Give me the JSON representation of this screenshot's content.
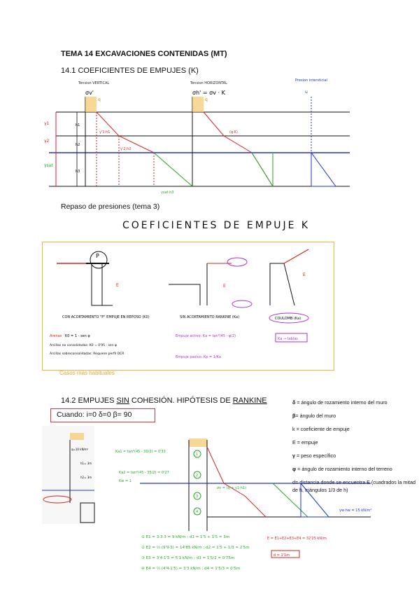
{
  "title": "TEMA 14 EXCAVACIONES CONTENIDAS (MT)",
  "section1": "14.1 COEFICIENTES DE EMPUJES (K)",
  "subheading": "Repaso de presiones (tema 3)",
  "handwritten_title": "COEFICIENTES DE EMPUJE K",
  "diagram_top": {
    "label_vertical": "Tension VERTICAL",
    "label_horizontal": "Tension HORIZONTAL",
    "label_water": "Presion intersticial",
    "sigma_v": "σv'",
    "sigma_h": "σh' = σv · K",
    "u": "u",
    "q": "q",
    "g1h1": "γ'1·h1",
    "g2h2": "γ'2·h2",
    "gsat": "γsat·h3",
    "kq": "(q·K)"
  },
  "box_cases": {
    "case1_note": "CON ACORTAMIENTO \"P\" EMPUJE EN REPOSO (K0)",
    "case1_formula1": "K0 = 1 - sen φ",
    "case1_formula2": "Arcillas no consolidadas: K0 = 0'95 - sen φ",
    "case1_formula3": "Arcillas sobreconsolidadas: Requiere perfil OCR",
    "case1_formula0": "Arenas",
    "case2_note": "SIN ACORTAMIENTO RANKINE (Ka)",
    "case2_active": "Empuje activo: Ka = tan²(45 - φ/2)",
    "case2_passive": "Empuje pasivo: Kp = 1/Ka",
    "case3_note": "COULOMB (Ka)",
    "case3_formula": "Ka → tablas",
    "E": "E",
    "P": "P"
  },
  "caption": "Casos más habituales",
  "section2": {
    "prefix": "14.2 EMPUJES ",
    "sin": "SIN",
    "middle": " COHESIÓN. HIPÓTESIS DE ",
    "rankine": "RANKINE"
  },
  "condition": "Cuando:   i=0    δ=0    β= 90",
  "legend": [
    {
      "sym": "δ",
      "text": " = ángulo de rozamiento interno del muro"
    },
    {
      "sym": "β",
      "text": "= ángulo del muro"
    },
    {
      "sym": "",
      "text": "k = coeficiente de empuje"
    },
    {
      "sym": "",
      "text": "E = empuje"
    },
    {
      "sym": "γ",
      "text": " = peso específico"
    },
    {
      "sym": "φ",
      "text": " = ángulo de rozamiento interno del terreno"
    },
    {
      "sym": "",
      "text": "d= distancia donde se encuentra E (cuadrados la mitad de h, triángulos 1/3 de h)"
    }
  ],
  "example": {
    "q": "q=10 kN/m²",
    "h1": "h1= 3m",
    "h2": "h2= 3m",
    "ka1": "Ka1 = tan²(45 - 30/2) = 0'33",
    "ka2": "Ka2 = tan²(45 - 35/2) = 0'27",
    "kw": "Kw = 1",
    "E1": "① E1 = 3·3·3 = 9 kN/m ; d1 = 1'5 + 1'5 = 3m",
    "E2": "② E2 = ½ (9'9·3) = 14'85 kN/m ; d2 = 1'5 + 1/3 = 2'5m",
    "E3": "③ E3 = 3'4·1'5 = 5'1 kN/m ; d3 = 1'5/2 = 0'75m",
    "E4": "④ E4 = ½ (4'4·1'5) = 3'3 kN/m ; d4 = 1'5/3 = 0'5m",
    "Etot": "E = E1+E2+E3+E4 = 32'25 kN/m",
    "dtot": "d = 1'1m",
    "sigma": "σv = (q + γ1·h1)",
    "water": "γw·hw = 15 kN/m²"
  }
}
